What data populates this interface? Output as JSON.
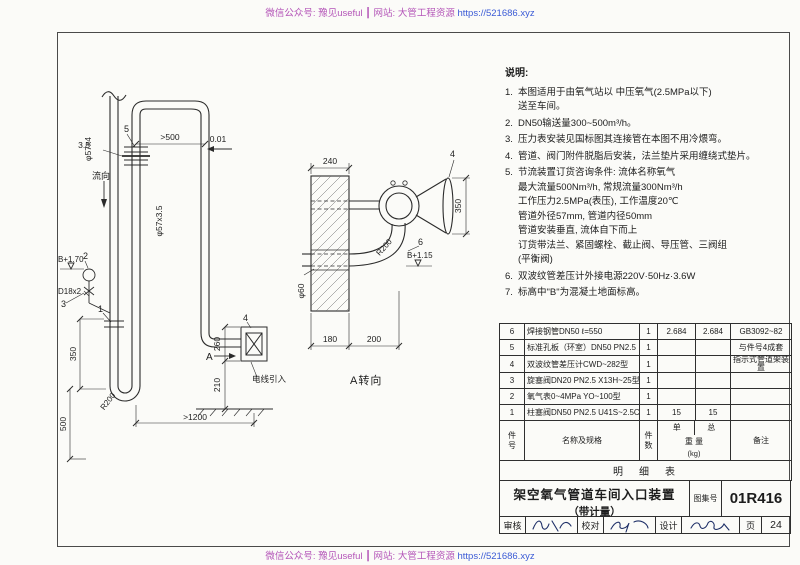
{
  "colors": {
    "watermark": "#b455b8",
    "url_link": "#3b5bd6",
    "ink": "#2b2b2b",
    "signature_ink": "#1d2e66"
  },
  "watermark": {
    "prefix": "微信公众号: 豫见useful ┃ 网站: 大管工程资源 ",
    "url": "https://521686.xyz"
  },
  "notes": {
    "title": "说明:",
    "items": [
      {
        "no": "1.",
        "text": "本图适用于由氧气站以 中压氧气(2.5MPa以下)\n送至车间。"
      },
      {
        "no": "2.",
        "text": "DN50输送量300~500m³/h。"
      },
      {
        "no": "3.",
        "text": "压力表安装见国标图其连接管在本图不用冷煨弯。"
      },
      {
        "no": "4.",
        "text": "管道、阀门附件脱脂后安装，法兰垫片采用缠绕式垫片。"
      },
      {
        "no": "5.",
        "text": "节流装置订货咨询条件: 流体名称氧气\n最大流量500Nm³/h, 常规流量300Nm³/h\n工作压力2.5MPa(表压), 工作温度20℃\n管道外径57mm, 管道内径50mm\n管道安装垂直, 流体自下而上\n订货带法兰、紧固螺栓、截止阀、导压管、三阀组\n(平衡阀)"
      },
      {
        "no": "6.",
        "text": "双波纹管差压计外接电源220V·50Hz·3.6W"
      },
      {
        "no": "7.",
        "text": "标高中\"B\"为混凝土地面标高。"
      }
    ]
  },
  "parts_table": {
    "header": {
      "no": "件号",
      "name": "名称及规格",
      "qty": "件数",
      "unit": "单",
      "total": "总",
      "weight": "重 量",
      "weight_unit": "(kg)",
      "remark": "备注"
    },
    "rows": [
      {
        "no": "6",
        "name": "焊接钢管DN50 ℓ=550",
        "qty": "1",
        "unit_weight": "2.684",
        "total_weight": "2.684",
        "remark": "GB3092~82"
      },
      {
        "no": "5",
        "name": "标准孔板（环室）DN50 PN2.5",
        "qty": "1",
        "unit_weight": "",
        "total_weight": "",
        "remark": "与件号4成套"
      },
      {
        "no": "4",
        "name": "双波纹管差压计CWD~282型",
        "qty": "1",
        "unit_weight": "",
        "total_weight": "",
        "remark": "指示式管道架装置"
      },
      {
        "no": "3",
        "name": "旋塞阀DN20 PN2.5 X13H~25型",
        "qty": "1",
        "unit_weight": "",
        "total_weight": "",
        "remark": ""
      },
      {
        "no": "2",
        "name": "氧气表0~4MPa YO~100型",
        "qty": "1",
        "unit_weight": "",
        "total_weight": "",
        "remark": ""
      },
      {
        "no": "1",
        "name": "柱塞阀DN50 PN2.5 U41S~2.5C型",
        "qty": "1",
        "unit_weight": "15",
        "total_weight": "15",
        "remark": ""
      }
    ],
    "footer_label": "明　细　表"
  },
  "titleblock": {
    "title_line1": "架空氧气管道车间入口装置",
    "title_line2": "（带计量）",
    "atlas_label": "图集号",
    "atlas_no": "01R416",
    "approve_label": "审核",
    "check_label": "校对",
    "design_label": "设计",
    "page_label": "页",
    "page_no": "24"
  },
  "diagram": {
    "labels": {
      "pipe1_spec": "φ57x4",
      "flow": "流向",
      "c5": "5",
      "dim35": "3.5",
      "gt500": ">500",
      "slope": "0.01",
      "pipe3_spec": "φ57x3.5",
      "b170": "B+1.70",
      "c2": "2",
      "d18": "D18x2",
      "c3": "3",
      "c1": "1",
      "r200l": "R200",
      "d350l": "350",
      "d500": "500",
      "gt1200": ">1200",
      "d260": "260",
      "d210": "210",
      "cable": "电线引入",
      "viewA": "A",
      "viewATitle": "A转向",
      "d180": "180",
      "d200": "200",
      "d240": "240",
      "d350r": "350",
      "c4a": "4",
      "c4b": "4",
      "c6": "6",
      "r200r": "R200",
      "b115": "B+1.15",
      "dia60": "φ60"
    }
  }
}
